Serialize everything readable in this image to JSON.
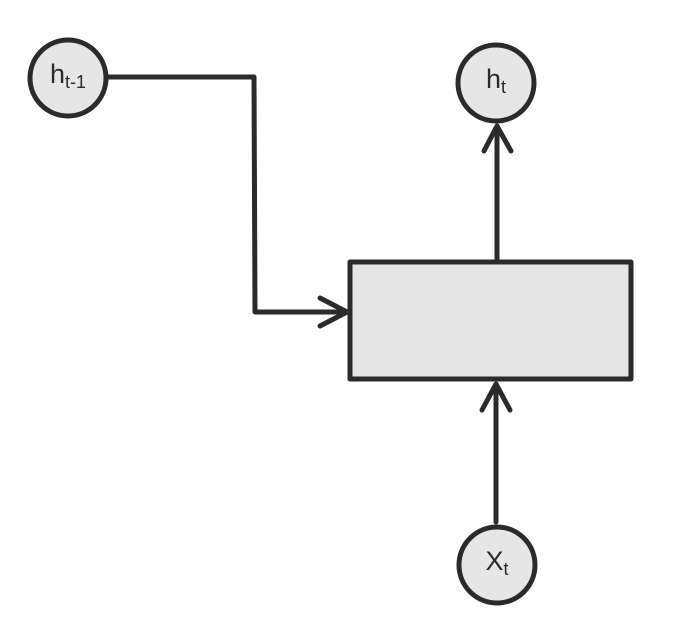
{
  "nodes": {
    "h_prev": {
      "base": "h",
      "sub": "t-1"
    },
    "h_curr": {
      "base": "h",
      "sub": "t"
    },
    "x_curr": {
      "base": "X",
      "sub": "t"
    }
  },
  "colors": {
    "stroke": "#2b2b2b",
    "circle_fill": "#e6e6e6",
    "box_fill": "#e5e5e5",
    "background": "#ffffff"
  }
}
